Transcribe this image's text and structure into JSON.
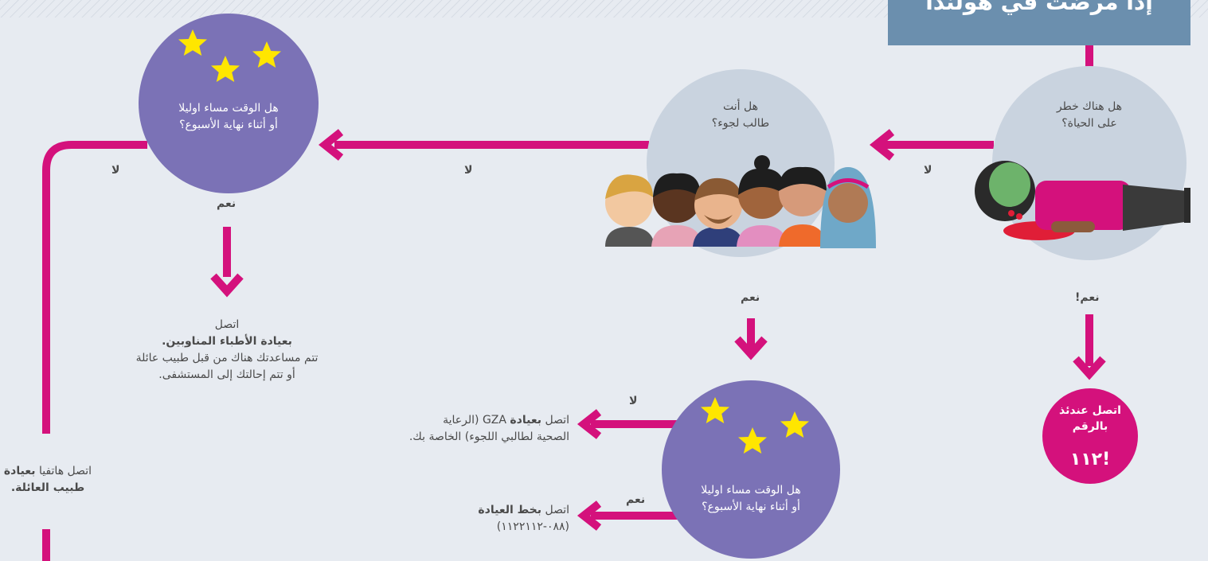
{
  "title": "إذا مرضت في هولندا",
  "colors": {
    "background": "#e7ebf1",
    "magenta": "#d4117c",
    "purple": "#7b72b6",
    "gray_circle": "#c9d3df",
    "title_box": "#6b8fae",
    "star": "#ffe600"
  },
  "q1": {
    "line1": "هل هناك خطر",
    "line2": "على الحياة؟"
  },
  "q1_yes": "نعم!",
  "q1_no": "لا",
  "emergency": {
    "line1": "اتصل عندئذ",
    "line2": "بالرقم",
    "number": "!١١٢"
  },
  "q2": {
    "line1": "هل أنت",
    "line2": "طالب لجوء؟"
  },
  "q2_no": "لا",
  "q2_yes": "نعم",
  "q3": {
    "line1": "هل الوقت مساء اوليلا",
    "line2": "أو أثناء نهاية الأسبوع؟"
  },
  "q3_no": "لا",
  "q3_yes": "نعم",
  "doctors_post": {
    "line1": "اتصل",
    "line2": "بعيادة الأطباء المناوبين.",
    "line3": "تتم مساعدتك هناك من قبل طبيب عائلة",
    "line4": "أو تتم إحالتك إلى المستشفى."
  },
  "family_doctor": {
    "pre": "اتصل هاتفيا ",
    "bold1": "بعيادة",
    "bold2": "طبيب العائلة."
  },
  "q4": {
    "line1": "هل الوقت مساء اوليلا",
    "line2": "أو أثناء نهاية الأسبوع؟"
  },
  "q4_no": "لا",
  "q4_yes": "نعم",
  "gza": {
    "pre": "اتصل ",
    "bold": "بعيادة",
    "rest1": " GZA (الرعاية",
    "line2": "الصحية لطالبي اللجوء) الخاصة بك."
  },
  "practice_line": {
    "pre": "اتصل ",
    "bold": "بخط العيادة",
    "number": "(٠٨٨-١١٢٢١١٢)"
  }
}
